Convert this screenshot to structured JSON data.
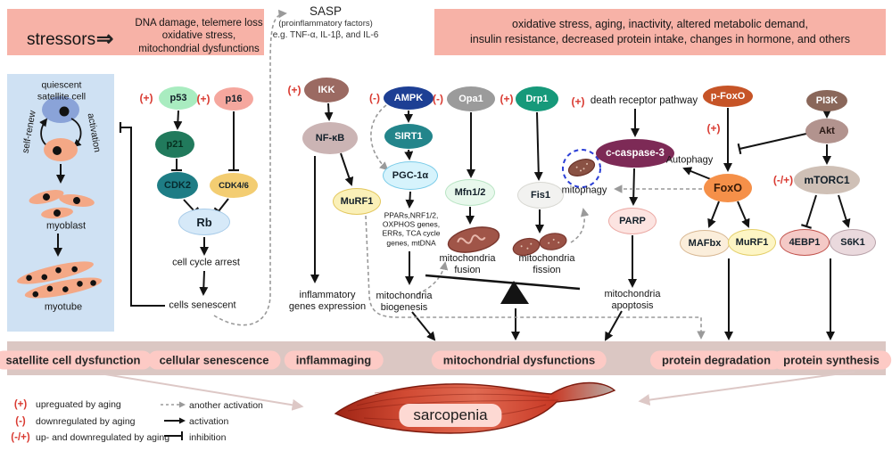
{
  "colors": {
    "top_box_bg": "#f7b2a7",
    "band_bg": "#dbc7c3",
    "pill_bg": "#fdcac5",
    "panel_bg": "#cfe1f3",
    "sign_red": "#d93a31",
    "muscle_red": "#c23a27"
  },
  "top": {
    "stressors": "stressors",
    "arrow": "⇒",
    "stressor_effects": "DNA damage, telemere loss\noxidative stress,\nmitochondrial dysfunctions",
    "sasp_title": "SASP",
    "sasp_sub": "(proinflammatory factors)",
    "sasp_examples": "e.g. TNF-α, IL-1β, and IL-6",
    "right_factors": "oxidative stress, aging, inactivity, altered metabolic demand,\ninsulin resistance, decreased protein intake, changes in hormone, and others"
  },
  "panel": {
    "quiescent": "quiescent\nsatellite cell",
    "self_renew": "self-renew",
    "activation": "activation",
    "myoblast": "myoblast",
    "myotube": "myotube"
  },
  "signs": {
    "plus": "(+)",
    "minus": "(-)",
    "both": "(-/+)"
  },
  "nodes": {
    "p53": "p53",
    "p16": "p16",
    "p21": "p21",
    "cdk2": "CDK2",
    "cdk46": "CDK4/6",
    "rb": "Rb",
    "ikk": "IKK",
    "nfkb": "NF-κB",
    "murf1_nfkb": "MuRF1",
    "ampk": "AMPK",
    "sirt1": "SIRT1",
    "pgc1a": "PGC-1α",
    "opa1": "Opa1",
    "mfn12": "Mfn1/2",
    "drp1": "Drp1",
    "fis1": "Fis1",
    "c_caspase3": "c-caspase-3",
    "parp": "PARP",
    "p_foxo": "p-FoxO",
    "foxo": "FoxO",
    "mafbx": "MAFbx",
    "murf1_foxo": "MuRF1",
    "pi3k": "PI3K",
    "akt": "Akt",
    "mtorc1": "mTORC1",
    "e4ebp1": "4EBP1",
    "s6k1": "S6K1"
  },
  "labels": {
    "death_receptor": "death receptor pathway",
    "cell_cycle_arrest": "cell cycle arrest",
    "cells_senescent": "cells senescent",
    "inflammatory_genes": "inflammatory\ngenes expression",
    "pgc_targets": "PPARs,NRF1/2,\nOXPHOS genes,\nERRs, TCA cycle\ngenes, mtDNA",
    "mito_biogenesis": "mitochondria\nbiogenesis",
    "mito_fusion": "mitochondria\nfusion",
    "mito_fission": "mitochondria\nfission",
    "mitophagy": "mitophagy",
    "autophagy": "Autophagy",
    "mito_apoptosis": "mitochondria\napoptosis"
  },
  "outcomes": [
    "satellite cell dysfunction",
    "cellular senescence",
    "inflammaging",
    "mitochondrial dysfunctions",
    "protein degradation",
    "protein synthesis"
  ],
  "sarcopenia": "sarcopenia",
  "legend": {
    "up": "upreguated by aging",
    "down": "downregulated by aging",
    "both": "up- and downregulated by aging",
    "another_activation": "another activation",
    "activation": "activation",
    "inhibition": "inhibition"
  }
}
